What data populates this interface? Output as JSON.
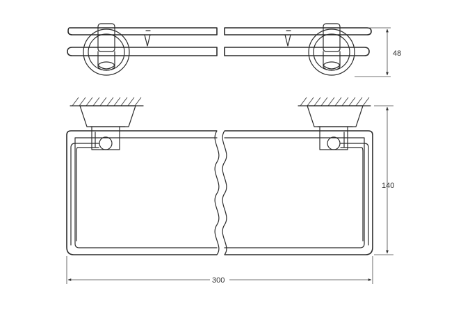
{
  "dimensions": {
    "height_top_view": "48",
    "depth_side_view": "140",
    "width": "300"
  }
}
